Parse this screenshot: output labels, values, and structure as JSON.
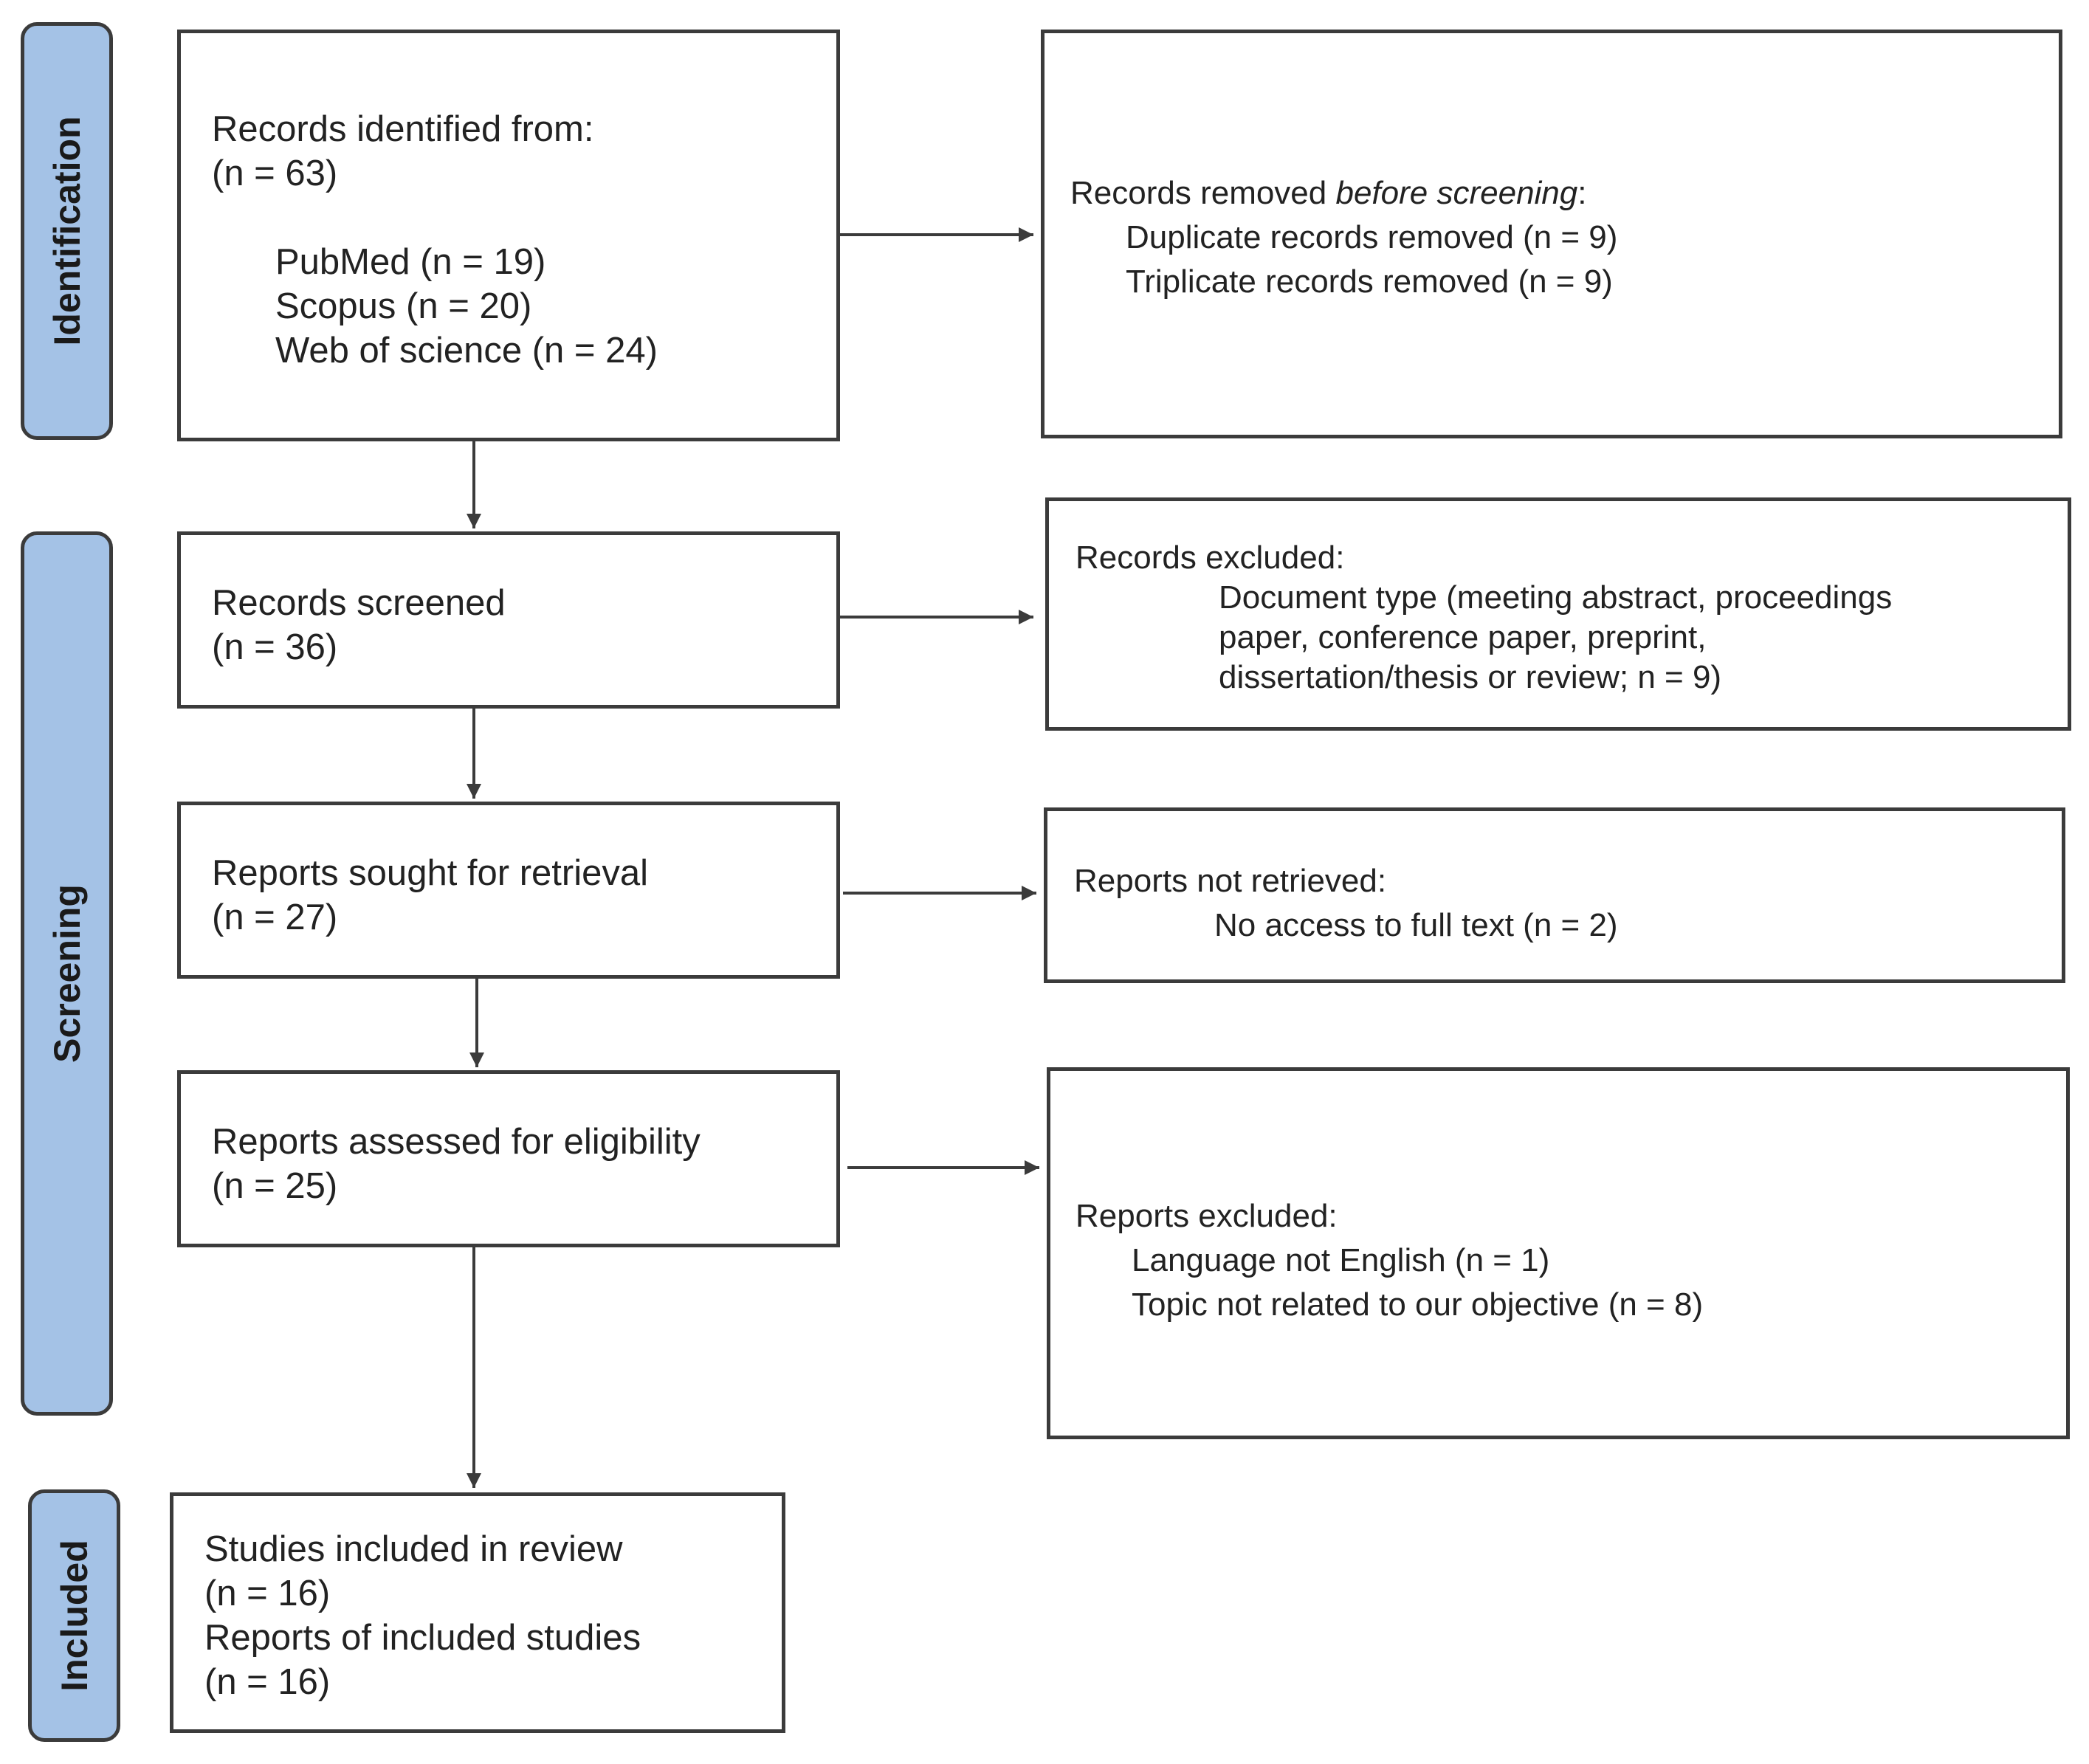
{
  "phases": {
    "identification": "Identification",
    "screening": "Screening",
    "included": "Included"
  },
  "identified": {
    "title": "Records identified from:",
    "count": "(n = 63)",
    "sources": [
      "PubMed (n = 19)",
      "Scopus (n = 20)",
      "Web of science (n = 24)"
    ]
  },
  "removed": {
    "title_prefix": "Records removed ",
    "title_italic": "before screening",
    "title_suffix": ":",
    "items": [
      "Duplicate records removed  (n = 9)",
      "Triplicate records removed  (n = 9)"
    ]
  },
  "screened": {
    "title": "Records screened",
    "count": "(n = 36)"
  },
  "excluded_records": {
    "title": "Records excluded:",
    "lines": [
      "Document type (meeting abstract, proceedings",
      "paper, conference paper, preprint,",
      "dissertation/thesis or review; n = 9)"
    ]
  },
  "sought": {
    "title": "Reports sought for retrieval",
    "count": "(n = 27)"
  },
  "not_retrieved": {
    "title": "Reports not retrieved:",
    "items": [
      "No access to full text (n = 2)"
    ]
  },
  "assessed": {
    "title": "Reports assessed for eligibility",
    "count": "(n = 25)"
  },
  "excluded_reports": {
    "title": "Reports excluded:",
    "items": [
      "Language not English (n = 1)",
      "Topic not related to our objective (n = 8)"
    ]
  },
  "included": {
    "studies_title": "Studies included in review",
    "studies_count": "(n = 16)",
    "reports_title": "Reports of included studies",
    "reports_count": "(n = 16)"
  },
  "colors": {
    "phase_fill": "#a4c2e6",
    "border": "#3b3b3b",
    "text": "#222222"
  }
}
